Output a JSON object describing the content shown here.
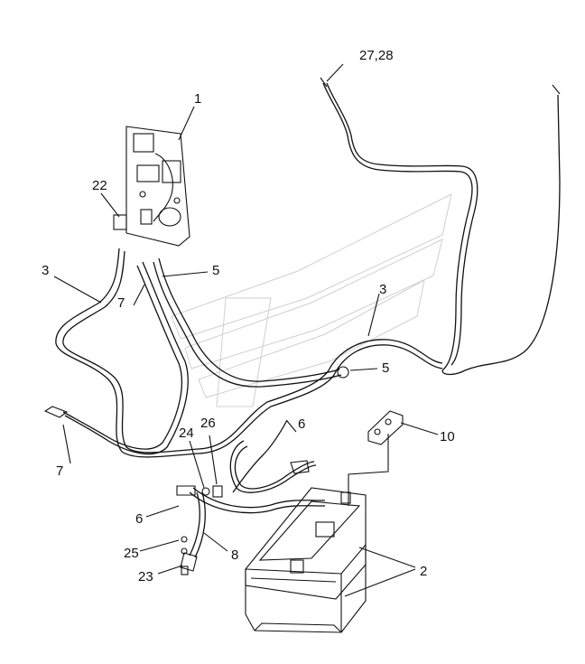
{
  "diagram": {
    "labels": [
      {
        "id": "l1",
        "text": "1"
      },
      {
        "id": "l2",
        "text": "2"
      },
      {
        "id": "l3a",
        "text": "3"
      },
      {
        "id": "l3b",
        "text": "3"
      },
      {
        "id": "l5a",
        "text": "5"
      },
      {
        "id": "l5b",
        "text": "5"
      },
      {
        "id": "l6a",
        "text": "6"
      },
      {
        "id": "l6b",
        "text": "6"
      },
      {
        "id": "l7a",
        "text": "7"
      },
      {
        "id": "l7b",
        "text": "7"
      },
      {
        "id": "l8",
        "text": "8"
      },
      {
        "id": "l10",
        "text": "10"
      },
      {
        "id": "l22",
        "text": "22"
      },
      {
        "id": "l23",
        "text": "23"
      },
      {
        "id": "l24",
        "text": "24"
      },
      {
        "id": "l25",
        "text": "25"
      },
      {
        "id": "l26",
        "text": "26"
      },
      {
        "id": "l2728",
        "text": "27,28"
      }
    ]
  }
}
